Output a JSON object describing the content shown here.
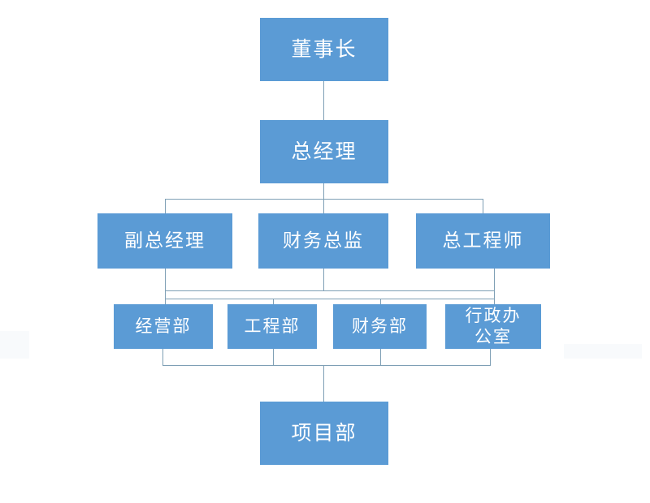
{
  "chart_data": {
    "type": "diagram",
    "diagram_type": "organization-chart",
    "title": "",
    "orientation": "top-down",
    "node_fill_color": "#5B9BD5",
    "node_text_color": "#FFFFFF",
    "connector_color": "#7E9FB5",
    "background_color": "#FFFFFF",
    "levels": [
      {
        "level": 1,
        "labels": [
          "董事长"
        ]
      },
      {
        "level": 2,
        "labels": [
          "总经理"
        ]
      },
      {
        "level": 3,
        "labels": [
          "副总经理",
          "财务总监",
          "总工程师"
        ]
      },
      {
        "level": 4,
        "labels": [
          "经营部",
          "工程部",
          "财务部",
          "行政办公室"
        ]
      },
      {
        "level": 5,
        "labels": [
          "项目部"
        ]
      }
    ],
    "edges": [
      {
        "from": "董事长",
        "to": "总经理"
      },
      {
        "from": "总经理",
        "to": "副总经理"
      },
      {
        "from": "总经理",
        "to": "财务总监"
      },
      {
        "from": "总经理",
        "to": "总工程师"
      },
      {
        "from": "副总经理",
        "to": "经营部"
      },
      {
        "from": "副总经理",
        "to": "工程部"
      },
      {
        "from": "财务总监",
        "to": "财务部"
      },
      {
        "from": "总工程师",
        "to": "行政办公室"
      },
      {
        "from": "经营部",
        "to": "项目部"
      },
      {
        "from": "工程部",
        "to": "项目部"
      },
      {
        "from": "财务部",
        "to": "项目部"
      },
      {
        "from": "行政办公室",
        "to": "项目部"
      }
    ]
  },
  "nodes": {
    "chairman": {
      "label": "董事长"
    },
    "general_manager": {
      "label": "总经理"
    },
    "deputy_general_manager": {
      "label": "副总经理"
    },
    "finance_director": {
      "label": "财务总监"
    },
    "chief_engineer": {
      "label": "总工程师"
    },
    "operations_dept": {
      "label": "经营部"
    },
    "engineering_dept": {
      "label": "工程部"
    },
    "finance_dept": {
      "label": "财务部"
    },
    "admin_office": {
      "label": "行政办\n公室"
    },
    "project_dept": {
      "label": "项目部"
    }
  }
}
